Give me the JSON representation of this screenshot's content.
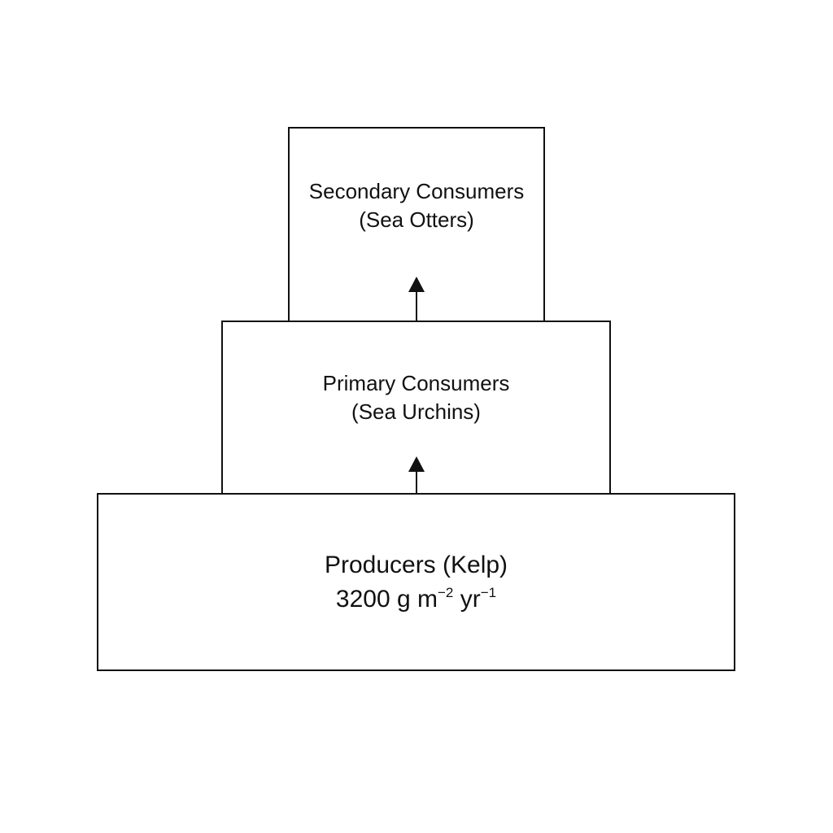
{
  "pyramid": {
    "secondary": {
      "title": "Secondary Consumers",
      "subtitle": "(Sea Otters)"
    },
    "primary": {
      "title": "Primary Consumers",
      "subtitle": "(Sea Urchins)"
    },
    "producers": {
      "title": "Producers (Kelp)",
      "productivity": {
        "value": "3200 g m",
        "exp1": "−2",
        "unit2": " yr",
        "exp2": "−1"
      }
    }
  },
  "colors": {
    "stroke": "#111111",
    "background": "#ffffff"
  }
}
